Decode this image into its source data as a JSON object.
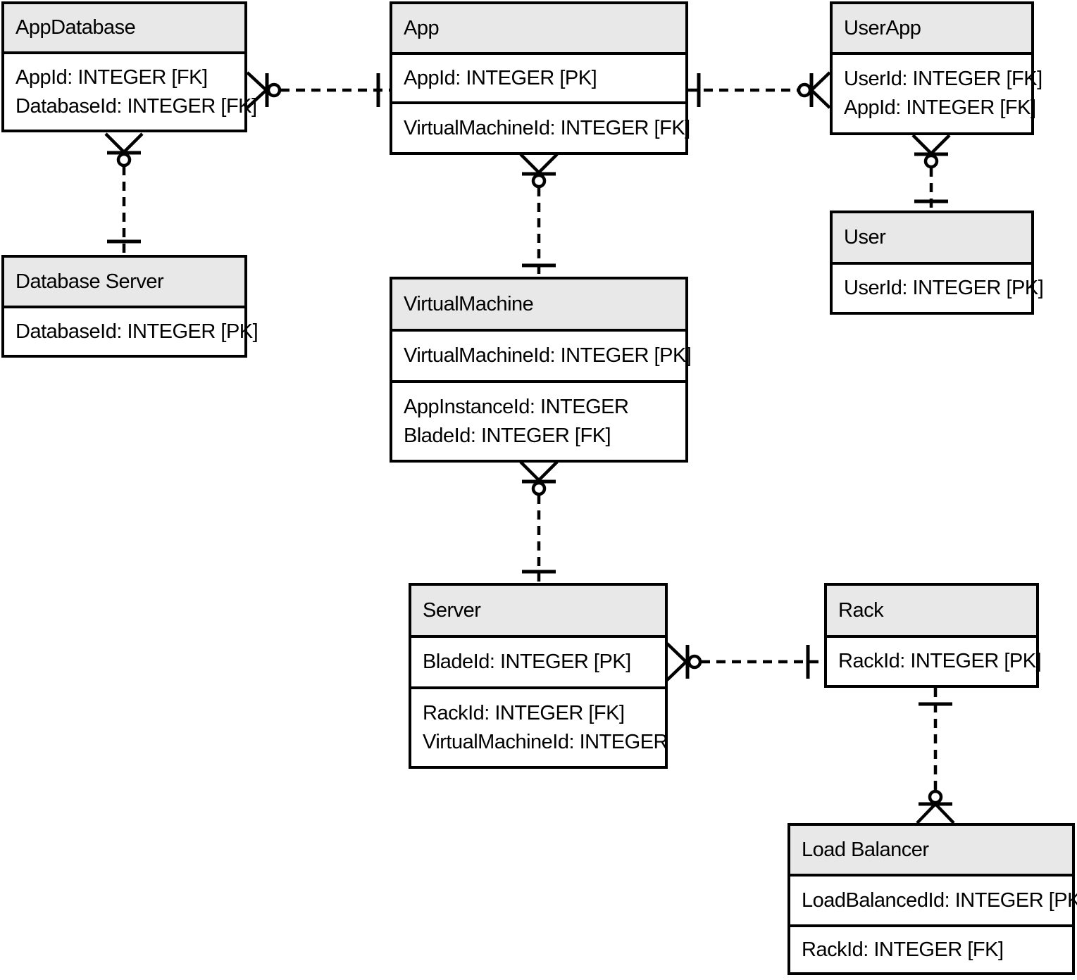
{
  "diagram": {
    "kind": "entity-relationship diagram",
    "notation": "crows-foot",
    "colors": {
      "header_fill": "#e8e8e8",
      "body_fill": "#ffffff",
      "line": "#000000"
    }
  },
  "entities": [
    {
      "id": "appdatabase",
      "title": "AppDatabase",
      "sections": [
        {
          "rows": [
            "AppId: INTEGER [FK]",
            "DatabaseId: INTEGER [FK]"
          ]
        }
      ]
    },
    {
      "id": "app",
      "title": "App",
      "sections": [
        {
          "rows": [
            "AppId: INTEGER [PK]"
          ]
        },
        {
          "rows": [
            "VirtualMachineId: INTEGER [FK]"
          ]
        }
      ]
    },
    {
      "id": "userapp",
      "title": "UserApp",
      "sections": [
        {
          "rows": [
            "UserId: INTEGER [FK]",
            "AppId: INTEGER [FK]"
          ]
        }
      ]
    },
    {
      "id": "user",
      "title": "User",
      "sections": [
        {
          "rows": [
            "UserId: INTEGER [PK]"
          ]
        }
      ]
    },
    {
      "id": "databaseserver",
      "title": "Database Server",
      "sections": [
        {
          "rows": [
            "DatabaseId: INTEGER [PK]"
          ]
        }
      ]
    },
    {
      "id": "virtualmachine",
      "title": "VirtualMachine",
      "sections": [
        {
          "rows": [
            "VirtualMachineId: INTEGER [PK]"
          ]
        },
        {
          "rows": [
            "AppInstanceId: INTEGER",
            "BladeId: INTEGER [FK]"
          ]
        }
      ]
    },
    {
      "id": "server",
      "title": "Server",
      "sections": [
        {
          "rows": [
            "BladeId: INTEGER [PK]"
          ]
        },
        {
          "rows": [
            "RackId: INTEGER [FK]",
            "VirtualMachineId: INTEGER"
          ]
        }
      ]
    },
    {
      "id": "rack",
      "title": "Rack",
      "sections": [
        {
          "rows": [
            "RackId: INTEGER [PK]"
          ]
        }
      ]
    },
    {
      "id": "loadbalancer",
      "title": "Load Balancer",
      "sections": [
        {
          "rows": [
            "LoadBalancedId: INTEGER [PK]"
          ]
        },
        {
          "rows": [
            "RackId: INTEGER [FK]"
          ]
        }
      ]
    }
  ],
  "relationships": [
    {
      "from": "AppDatabase",
      "to": "App",
      "from_cardinality": "zero-or-many",
      "to_cardinality": "one",
      "line_style": "dashed"
    },
    {
      "from": "UserApp",
      "to": "App",
      "from_cardinality": "zero-or-many",
      "to_cardinality": "one",
      "line_style": "dashed"
    },
    {
      "from": "AppDatabase",
      "to": "Database Server",
      "from_cardinality": "zero-or-many",
      "to_cardinality": "one",
      "line_style": "dashed"
    },
    {
      "from": "UserApp",
      "to": "User",
      "from_cardinality": "zero-or-many",
      "to_cardinality": "one",
      "line_style": "dashed"
    },
    {
      "from": "App",
      "to": "VirtualMachine",
      "from_cardinality": "zero-or-many",
      "to_cardinality": "one",
      "line_style": "dashed"
    },
    {
      "from": "VirtualMachine",
      "to": "Server",
      "from_cardinality": "zero-or-many",
      "to_cardinality": "one",
      "line_style": "dashed"
    },
    {
      "from": "Server",
      "to": "Rack",
      "from_cardinality": "zero-or-many",
      "to_cardinality": "one",
      "line_style": "dashed"
    },
    {
      "from": "Load Balancer",
      "to": "Rack",
      "from_cardinality": "zero-or-many",
      "to_cardinality": "one",
      "line_style": "dashed"
    }
  ]
}
